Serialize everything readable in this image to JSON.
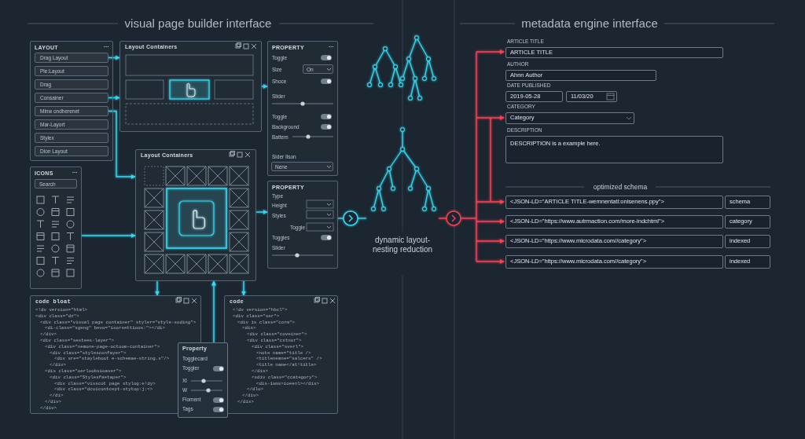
{
  "diagram": {
    "nodes": [
      {
        "text": [
          "LAYOUT",
          "..."
        ]
      },
      {
        "text": [
          "Drag Layout"
        ],
        "in": 0
      },
      {
        "text": [
          "Ple:Layout"
        ],
        "in": 0
      },
      {
        "text": [
          "Drag"
        ],
        "in": 0
      },
      {
        "text": [
          "Consainer"
        ],
        "in": 0
      },
      {
        "text": [
          "Minw ondherenet"
        ],
        "in": 0
      },
      {
        "text": [
          "Mar-Layort"
        ],
        "in": 0
      },
      {
        "text": [
          "Stylex"
        ],
        "in": 0
      },
      {
        "text": [
          "Dlon Layout"
        ],
        "in": 0
      },
      {
        "text": [
          "ICONS",
          "..."
        ]
      },
      {
        "text": [
          "Search"
        ],
        "in": 9
      },
      {
        "text": [
          "Layout Containers"
        ]
      },
      {
        "text": [
          "PROPERTY",
          "...",
          "Toggle",
          "Size",
          "Shoce",
          "Slider",
          "Toggle",
          "Background",
          "Battem",
          "Sider Ilson"
        ]
      },
      {
        "text": [
          "On"
        ],
        "in": 12
      },
      {
        "text": [
          "Nene"
        ],
        "in": 12
      },
      {
        "text": [
          "Layout Containers"
        ]
      },
      {
        "text": [
          "PROPERTY",
          "Type",
          "Height",
          "Styles",
          "Toggle",
          "Toggles",
          "Slider"
        ]
      },
      {
        "text": [
          "code bloat",
          "<!dv version=\"html>",
          "<div class=\"dz\">",
          "<div class=\"visual page container\" styler=\"style-soding\">",
          "<di-class=\"sgeng\" bevo=\"isorsettioos:\"></di>",
          "</div>",
          "<div class=\"sestees-layer\">",
          "<div class=\"nemone-page-octoom-container\">",
          "<div class=\"stylesconfayer\">",
          "<div sre=\"stayleboot e-schemae-string.s\"/>",
          "</div>",
          "<dis class=\"oerloobsioaser\">",
          "<div class=\"Stylesfaetaper\">",
          "<div class=\"visscot page stylog:e!dy>",
          "<div class=\"dcoicontcept-stytop:j:<>",
          "</di>",
          "</div>",
          "</div>"
        ]
      },
      {
        "text": [
          "code",
          "<!dv version=\"hbcl\">",
          "<div class=\"ser\">",
          "<div is class=\"corm\">",
          "<dis>",
          "<div class=\"coveiner\">",
          "<div class=\"cstnor\">",
          "<div class=\"sverl\">",
          "<note name=\"title />",
          "<titlenemne=\"salcers\" />",
          "<title name</at!title>",
          "</dis>",
          "<sdiv class=\"ccategory\">",
          "<dis-isms>ioeenl></dis>",
          "</dlo>",
          "</div>",
          "</dis>"
        ]
      },
      {
        "text": [
          "Property",
          "Togglecard",
          "Toggler",
          "Xl",
          "W",
          "Floment",
          "Tags"
        ]
      },
      {
        "text": [
          "ARTICLE TITLE",
          "ARTICLE TITLE"
        ]
      },
      {
        "text": [
          "AUTHOR",
          "Ahnn Author"
        ]
      },
      {
        "text": [
          "DATE PUBLISHED",
          "2019-05-28"
        ]
      },
      {
        "text": [
          "11/03/20"
        ]
      },
      {
        "text": [
          "CATEGORY",
          "Category"
        ]
      },
      {
        "text": [
          "DESCRIPTION",
          "DESCRIPTION is a example here."
        ]
      },
      {
        "text": [
          "<JSON-LD=\"ARTICLE TITLE-wemnentatl:onisenens.ppy\">"
        ]
      },
      {
        "text": [
          "schema"
        ]
      },
      {
        "text": [
          "<JSON-LD=\"https://www.autrmaction.com/more-indchtml\">"
        ]
      },
      {
        "text": [
          "category"
        ]
      },
      {
        "text": [
          "<JSON-LD=\"https://www.microdata.com//category\">"
        ]
      },
      {
        "text": [
          "indexed"
        ]
      },
      {
        "text": [
          "<JSON-LD=\"https://www.microdata.com//category\">"
        ]
      },
      {
        "text": [
          "indexed"
        ]
      }
    ],
    "edges": [
      {
        "from": 1,
        "to": 11,
        "arrow": "to"
      },
      {
        "from": 4,
        "to": 11,
        "arrow": "to"
      },
      {
        "from": 5,
        "to": 15,
        "arrow": "to"
      },
      {
        "from": 11,
        "to": 12,
        "arrow": "to"
      },
      {
        "from": 15,
        "to": 16,
        "arrow": "to"
      },
      {
        "from": 15,
        "to": 17,
        "arrow": "to"
      },
      {
        "from": 15,
        "to": 18,
        "arrow": "to"
      },
      {
        "from": 19,
        "to": 15,
        "arrow": "to"
      },
      {
        "from": 9,
        "to": 15,
        "arrow": "to"
      }
    ],
    "labels": [
      "visual page builder interface",
      "metadata engine interface",
      "dynamic layout-nesting reduction",
      "optimized schema"
    ]
  }
}
